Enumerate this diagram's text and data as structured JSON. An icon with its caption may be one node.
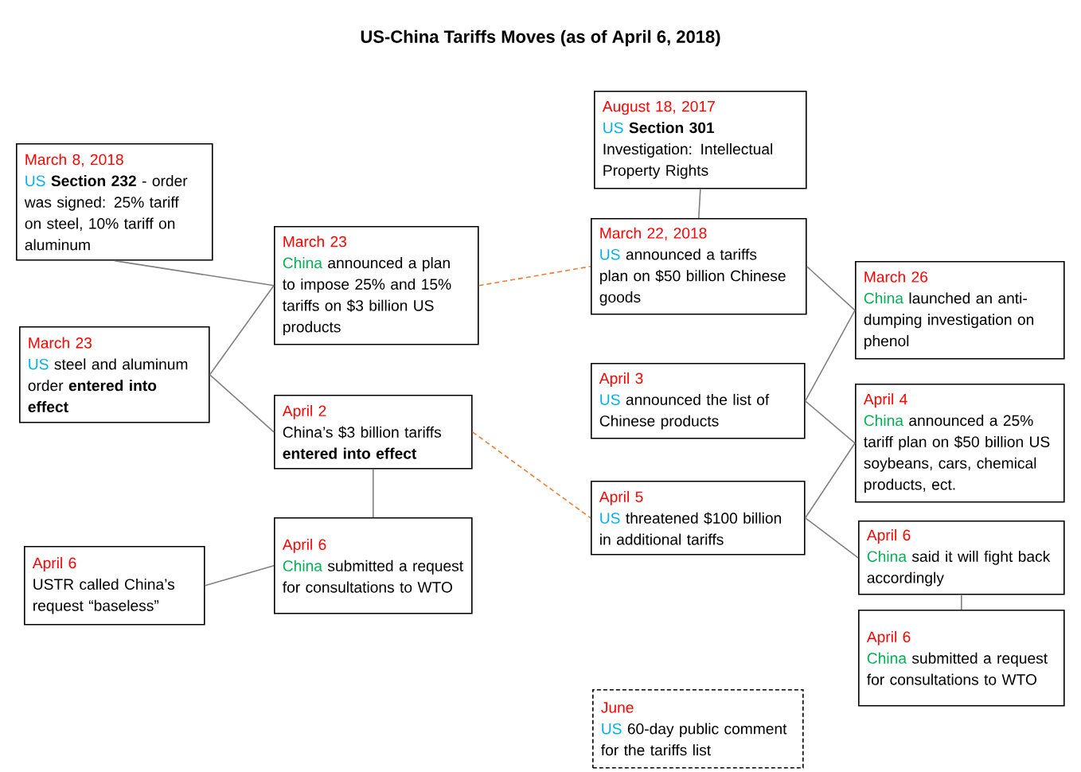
{
  "diagram": {
    "title": "US-China Tariffs Moves (as of April 6, 2018)",
    "nodes": [
      {
        "text": [
          "March 8, 2018",
          "US",
          "**Section 232** - order was signed: 25% tariff on steel, 10% tariff on aluminum"
        ]
      },
      {
        "text": [
          "March 23",
          "China",
          "announced a plan to impose 25% and 15% tariffs on $3 billion US products"
        ]
      },
      {
        "text": [
          "March 23",
          "US",
          "steel and aluminum order **entered into effect**"
        ]
      },
      {
        "text": [
          "April 2",
          "China’s $3 billion tariffs **entered into effect**"
        ]
      },
      {
        "text": [
          "April 6",
          "USTR called China’s request “baseless”"
        ]
      },
      {
        "text": [
          "April 6",
          "China",
          "submitted a request for consultations to WTO"
        ]
      },
      {
        "text": [
          "August 18, 2017",
          "US",
          "**Section 301** Investigation: Intellectual Property Rights"
        ]
      },
      {
        "text": [
          "March 22, 2018",
          "US",
          "announced a tariffs plan on $50 billion Chinese goods"
        ]
      },
      {
        "text": [
          "April 3",
          "US",
          "announced the list of Chinese products"
        ]
      },
      {
        "text": [
          "April 5",
          "US",
          "threatened $100 billion in additional tariffs"
        ]
      },
      {
        "text": [
          "March 26",
          "China",
          "launched an anti-dumping investigation on phenol"
        ]
      },
      {
        "text": [
          "April 4",
          "China",
          "announced a 25% tariff plan on $50 billion US soybeans, cars, chemical products, ect."
        ]
      },
      {
        "text": [
          "April 6",
          "China",
          "said it will fight back accordingly"
        ]
      },
      {
        "text": [
          "April 6",
          "China",
          "submitted a request for consultations to WTO"
        ]
      },
      {
        "text": [
          "June",
          "US",
          "60-day public comment for the tariffs list"
        ]
      }
    ],
    "edges": [
      {
        "from": 0,
        "to": 1,
        "arrow": "none"
      },
      {
        "from": 2,
        "to": 1,
        "arrow": "none"
      },
      {
        "from": 2,
        "to": 3,
        "arrow": "none"
      },
      {
        "from": 3,
        "to": 5,
        "arrow": "none"
      },
      {
        "from": 4,
        "to": 5,
        "arrow": "none"
      },
      {
        "from": 1,
        "to": 7,
        "arrow": "none",
        "style": "dashed",
        "color": "#ed7d31"
      },
      {
        "from": 3,
        "to": 9,
        "arrow": "none",
        "style": "dashed",
        "color": "#ed7d31"
      },
      {
        "from": 6,
        "to": 7,
        "arrow": "none"
      },
      {
        "from": 7,
        "to": 10,
        "arrow": "none"
      },
      {
        "from": 8,
        "to": 10,
        "arrow": "none"
      },
      {
        "from": 8,
        "to": 11,
        "arrow": "none"
      },
      {
        "from": 9,
        "to": 11,
        "arrow": "none"
      },
      {
        "from": 9,
        "to": 12,
        "arrow": "none"
      },
      {
        "from": 12,
        "to": 13,
        "arrow": "none"
      }
    ]
  }
}
